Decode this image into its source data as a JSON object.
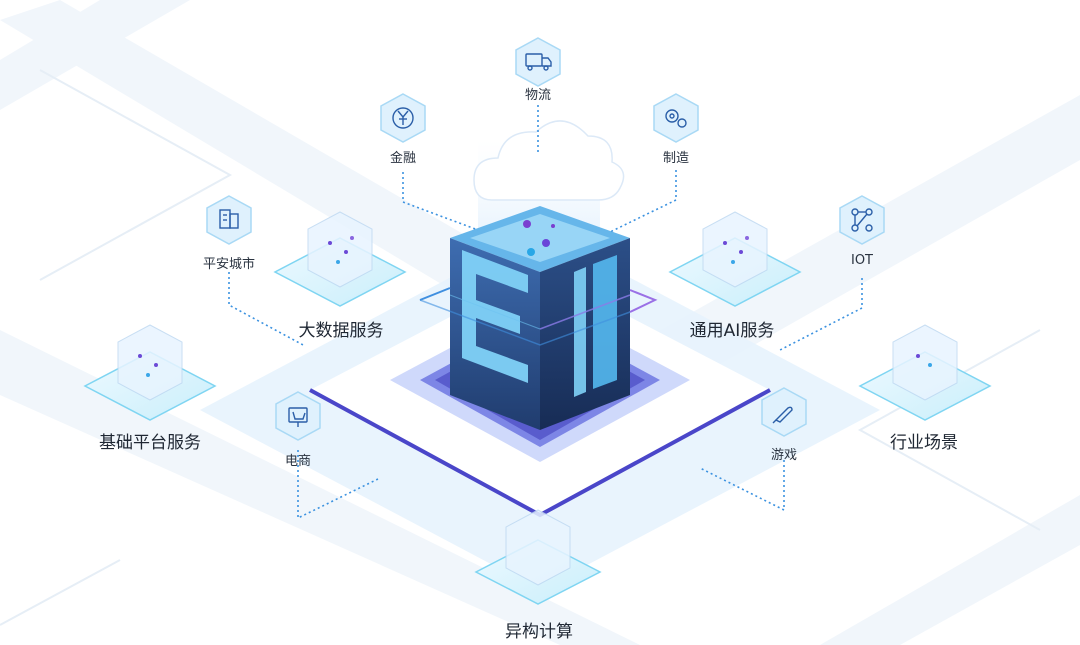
{
  "center": {
    "label": "EI"
  },
  "services": {
    "big_data": "大数据服务",
    "general_ai": "通用AI服务",
    "base_platform": "基础平台服务",
    "industry_scenes": "行业场景",
    "heterogeneous_computing": "异构计算"
  },
  "industries": {
    "logistics": {
      "label": "物流",
      "icon": "truck-icon"
    },
    "finance": {
      "label": "金融",
      "icon": "yuan-coin-icon"
    },
    "manufacturing": {
      "label": "制造",
      "icon": "gears-icon"
    },
    "smart_city": {
      "label": "平安城市",
      "icon": "building-icon"
    },
    "iot": {
      "label": "IOT",
      "icon": "network-nodes-icon"
    },
    "ecommerce": {
      "label": "电商",
      "icon": "shopping-cart-icon"
    },
    "gaming": {
      "label": "游戏",
      "icon": "rocket-icon"
    }
  },
  "colors": {
    "accent_blue": "#2f8be0",
    "cube_dark": "#2b4f86",
    "platform_purple": "#5a4fd6",
    "tile_cyan": "#bfe8f7",
    "dotted_line": "#3c92e0"
  }
}
